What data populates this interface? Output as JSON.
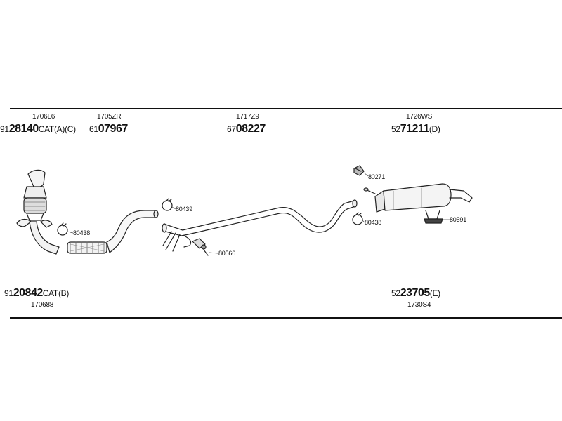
{
  "top_parts": [
    {
      "code": "1706L6"
    },
    {
      "code": "1705ZR"
    },
    {
      "code": "1717Z9"
    },
    {
      "code": "1726WS"
    }
  ],
  "top_part_numbers": [
    {
      "prefix": "91",
      "main": "28140",
      "suffix": "CAT(A)(C)"
    },
    {
      "prefix": "61",
      "main": "07967",
      "suffix": ""
    },
    {
      "prefix": "67",
      "main": "08227",
      "suffix": ""
    },
    {
      "prefix": "52",
      "main": "71211",
      "suffix": "(D)"
    }
  ],
  "bottom_parts": [
    {
      "prefix": "91",
      "main": "20842",
      "suffix": "CAT(B)",
      "code": "170688"
    },
    {
      "prefix": "52",
      "main": "23705",
      "suffix": "(E)",
      "code": "1730S4"
    }
  ],
  "clip_labels": {
    "clamp_80439": "80439",
    "clamp_80438_left": "80438",
    "bracket_80566": "80566",
    "bolt_80271": "80271",
    "clamp_80438_right": "80438",
    "hanger_80591": "80591"
  }
}
